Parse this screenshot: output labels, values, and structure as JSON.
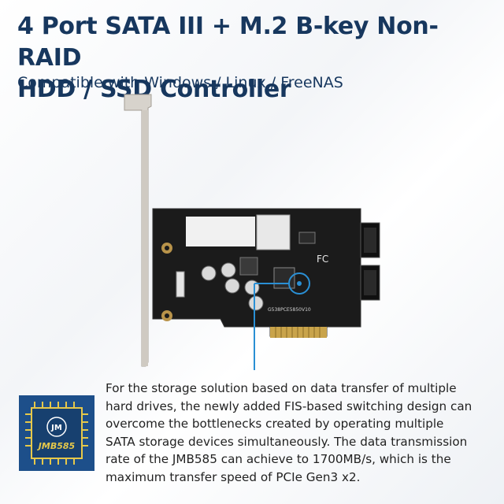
{
  "header": {
    "title_line1": "4 Port SATA III + M.2 B-key Non-RAID",
    "title_line2": "HDD / SSD Controller",
    "subtitle": "Compatible with Windows / Linux / FreeNAS"
  },
  "board": {
    "silkscreen": "G538PCE5850V10",
    "logo_text": "FC"
  },
  "chip_badge": {
    "label": "JMB585",
    "monogram": "JM"
  },
  "description": {
    "lines": [
      "For the storage solution based on data transfer of multiple",
      "hard drives, the newly added FIS-based switching design can",
      "overcome the bottlenecks created by operating multiple",
      "SATA storage devices simultaneously. The data transmission",
      "rate of the JMB585 can achieve to 1700MB/s, which is the",
      "maximum transfer speed of PCIe Gen3 x2."
    ]
  },
  "colors": {
    "title": "#17375e",
    "callout": "#2a8fd4",
    "badge_bg": "#1d4f8a",
    "pcb": "#1a1a1a"
  }
}
